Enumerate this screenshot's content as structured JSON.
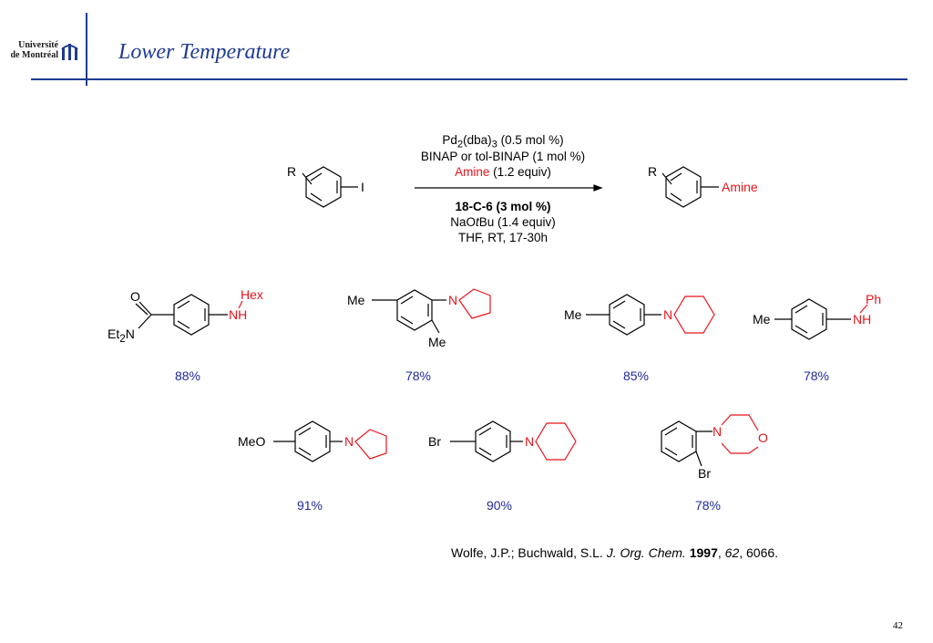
{
  "header": {
    "logo_line1": "Université",
    "logo_line2": "de Montréal",
    "title": "Lower Temperature"
  },
  "reaction": {
    "substituent": "R",
    "leaving_group": "I",
    "conditions": {
      "catalyst_main": "Pd",
      "catalyst_sub1": "2",
      "catalyst_mid": "(dba)",
      "catalyst_sub2": "3",
      "catalyst_loading": " (0.5 mol %)",
      "ligand": "BINAP or tol-BINAP (1 mol %)",
      "amine": "Amine",
      "amine_loading": " (1.2 equiv)",
      "additive": "18-C-6 (3 mol %)",
      "base_pre": "NaO",
      "base_it": "t",
      "base_post": "Bu (1.4 equiv)",
      "solvent": "THF, RT, 17-30h"
    },
    "product_group": "Amine"
  },
  "products": [
    {
      "yield": "88%",
      "labels": {
        "o": "O",
        "et2n_pre": "Et",
        "et2n_sub": "2",
        "et2n_post": "N",
        "hex": "Hex",
        "nh": "NH"
      }
    },
    {
      "yield": "78%",
      "labels": {
        "me1": "Me",
        "me2": "Me",
        "n": "N"
      }
    },
    {
      "yield": "85%",
      "labels": {
        "me": "Me",
        "n": "N"
      }
    },
    {
      "yield": "78%",
      "labels": {
        "me": "Me",
        "ph": "Ph",
        "nh": "NH"
      }
    },
    {
      "yield": "91%",
      "labels": {
        "meo": "MeO",
        "n": "N"
      }
    },
    {
      "yield": "90%",
      "labels": {
        "br": "Br",
        "n": "N"
      }
    },
    {
      "yield": "78%",
      "labels": {
        "br": "Br",
        "n": "N",
        "o": "O"
      }
    }
  ],
  "citation": {
    "authors": "Wolfe, J.P.; Buchwald, S.L. ",
    "journal": "J. Org. Chem.",
    "year": "1997",
    "volume": "62",
    "pages": ", 6066."
  },
  "page_number": "42",
  "colors": {
    "brand": "#1f3a93",
    "amine_red": "#e8141b",
    "yield_blue": "#1f2a9e"
  }
}
